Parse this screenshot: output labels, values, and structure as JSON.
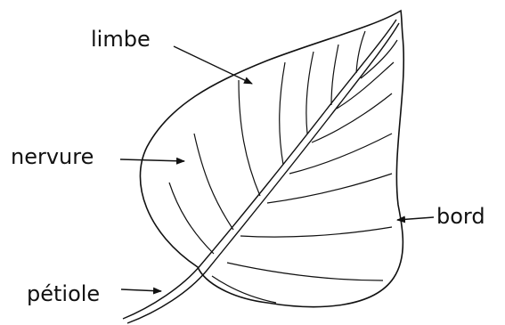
{
  "labels": {
    "limbe": "limbe",
    "nervure": "nervure",
    "bord": "bord",
    "petiole": "pétiole"
  },
  "colors": {
    "ink": "#111111",
    "background": "#ffffff"
  }
}
